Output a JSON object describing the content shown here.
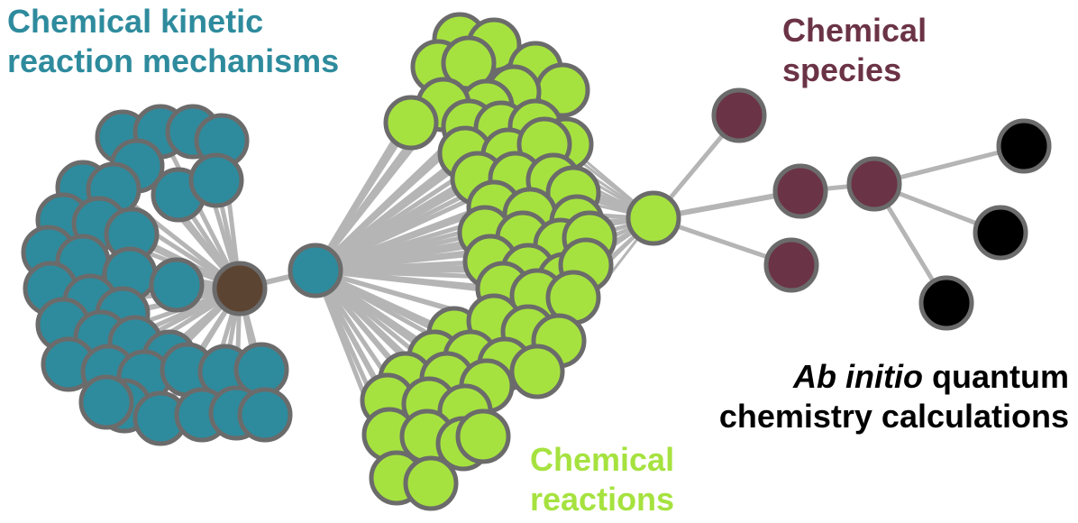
{
  "labels": {
    "mechanisms": {
      "line1": "Chemical kinetic",
      "line2": "reaction mechanisms"
    },
    "species": {
      "line1": "Chemical",
      "line2": "species"
    },
    "reactions": {
      "line1": "Chemical",
      "line2": "reactions"
    },
    "abinitio": {
      "italic": "Ab initio",
      "rest": " quantum",
      "line2": "chemistry calculations"
    }
  },
  "colors": {
    "mechanism_node": "#2e8b9d",
    "reaction_node": "#a6e23f",
    "species_node": "#6b3346",
    "calculation_node": "#000000",
    "root_node": "#5c4433",
    "node_stroke": "#6b6b6b",
    "edge": "#b5b5b5"
  }
}
